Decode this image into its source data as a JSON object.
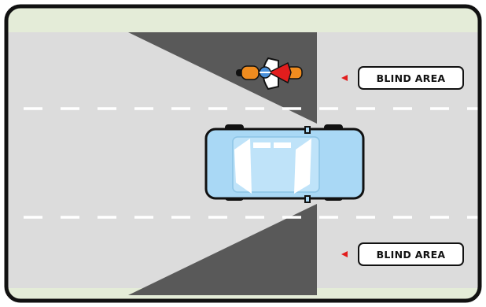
{
  "labels": {
    "top": "BLIND AREA",
    "bottom": "BLIND AREA"
  },
  "colors": {
    "road": "#dcdcdc",
    "shoulder": "#e4ecd8",
    "frame": "#111111",
    "blind_zone": "#595959",
    "lane_marking": "#ffffff",
    "car_body": "#a9d8f5",
    "car_outline": "#111111",
    "motorcycle_tank": "#e21d1d",
    "motorcycle_fairing": "#f08c1f",
    "rider_helmet": "#4a90d9",
    "pointer": "#e21d1d"
  },
  "icons": {
    "pointer_top": "triangle-left",
    "pointer_bottom": "triangle-left"
  }
}
